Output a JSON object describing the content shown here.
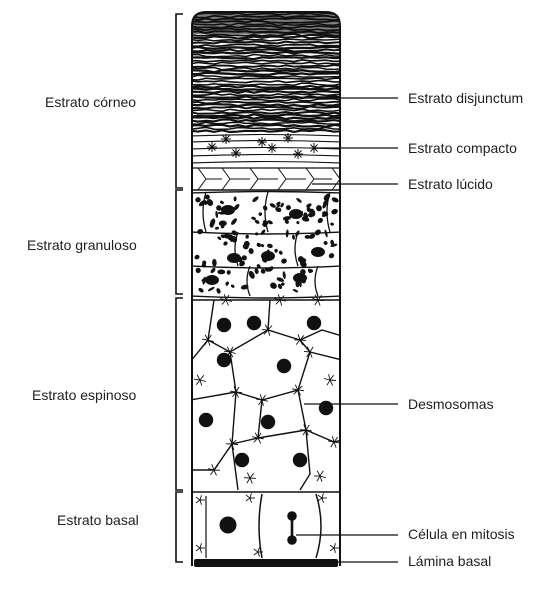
{
  "left_labels": {
    "corneo": "Estrato córneo",
    "granuloso": "Estrato granuloso",
    "espinoso": "Estrato espinoso",
    "basal": "Estrato basal"
  },
  "right_labels": {
    "disjunctum": "Estrato disjunctum",
    "compacto": "Estrato compacto",
    "lucido": "Estrato lúcido",
    "desmosomas": "Desmosomas",
    "mitosis": "Célula en mitosis",
    "lamina": "Lámina basal"
  },
  "colors": {
    "ink": "#111111",
    "paper": "#ffffff",
    "text": "#1f1f1f"
  }
}
